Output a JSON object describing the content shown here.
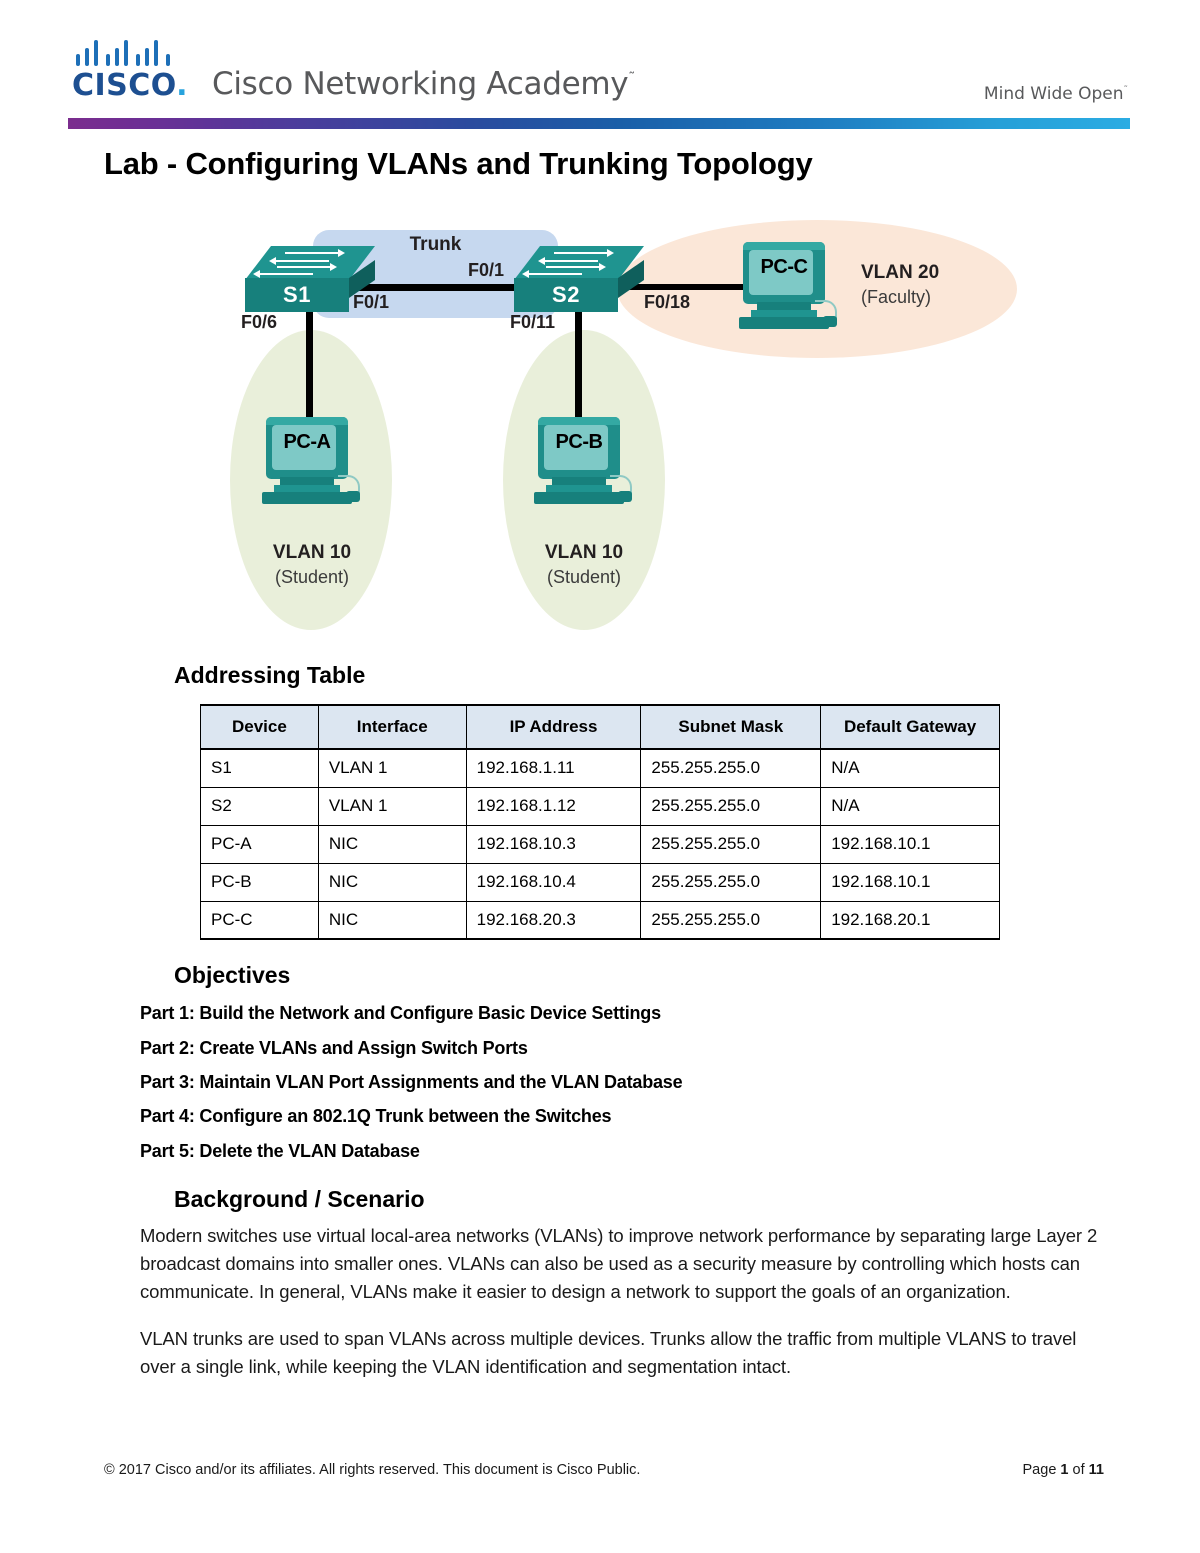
{
  "header": {
    "brand_wordmark": "CISCO",
    "brand_dot": ".",
    "academy_title": "Cisco Networking Academy",
    "academy_tm": "˜",
    "tagline": "Mind Wide Open",
    "tagline_tm": "˜"
  },
  "document": {
    "title": "Lab - Configuring VLANs and Trunking Topology"
  },
  "topology": {
    "trunk_label": "Trunk",
    "switches": [
      {
        "name": "S1"
      },
      {
        "name": "S2"
      }
    ],
    "hosts": [
      {
        "name": "PC-A"
      },
      {
        "name": "PC-B"
      },
      {
        "name": "PC-C"
      }
    ],
    "port_labels": {
      "s1_f01": "F0/1",
      "s2_f01": "F0/1",
      "s1_f06": "F0/6",
      "s2_f011": "F0/11",
      "s2_f018": "F0/18"
    },
    "vlan_zones": [
      {
        "id": "vlan10-a",
        "title": "VLAN 10",
        "subtitle": "(Student)"
      },
      {
        "id": "vlan10-b",
        "title": "VLAN 10",
        "subtitle": "(Student)"
      },
      {
        "id": "vlan20",
        "title": "VLAN 20",
        "subtitle": "(Faculty)"
      }
    ],
    "colors": {
      "trunk_zone": "#c6d8ef",
      "vlan10_zone": "#e9efda",
      "vlan20_zone": "#fbe7d8",
      "device_teal": "#1f9490"
    }
  },
  "addressing_table": {
    "heading": "Addressing Table",
    "columns": [
      "Device",
      "Interface",
      "IP Address",
      "Subnet Mask",
      "Default Gateway"
    ],
    "rows": [
      [
        "S1",
        "VLAN 1",
        "192.168.1.11",
        "255.255.255.0",
        "N/A"
      ],
      [
        "S2",
        "VLAN 1",
        "192.168.1.12",
        "255.255.255.0",
        "N/A"
      ],
      [
        "PC-A",
        "NIC",
        "192.168.10.3",
        "255.255.255.0",
        "192.168.10.1"
      ],
      [
        "PC-B",
        "NIC",
        "192.168.10.4",
        "255.255.255.0",
        "192.168.10.1"
      ],
      [
        "PC-C",
        "NIC",
        "192.168.20.3",
        "255.255.255.0",
        "192.168.20.1"
      ]
    ]
  },
  "objectives": {
    "heading": "Objectives",
    "parts": [
      "Part 1: Build the Network and Configure Basic Device Settings",
      "Part 2: Create VLANs and Assign Switch Ports",
      "Part 3: Maintain VLAN Port Assignments and the VLAN Database",
      "Part 4: Configure an 802.1Q Trunk between the Switches",
      "Part 5: Delete the VLAN Database"
    ]
  },
  "background": {
    "heading": "Background / Scenario",
    "paragraphs": [
      "Modern switches use virtual local-area networks (VLANs) to improve network performance by separating large Layer 2 broadcast domains into smaller ones. VLANs can also be used as a security measure by controlling which hosts can communicate. In general, VLANs make it easier to design a network to support the goals of an organization.",
      "VLAN trunks are used to span VLANs across multiple devices. Trunks allow the traffic from multiple VLANS to travel over a single link, while keeping the VLAN identification and segmentation intact."
    ]
  },
  "footer": {
    "copyright": "© 2017 Cisco and/or its affiliates. All rights reserved. This document is Cisco Public.",
    "page_prefix": "Page ",
    "page_current": "1",
    "page_middle": " of ",
    "page_total": "11"
  }
}
